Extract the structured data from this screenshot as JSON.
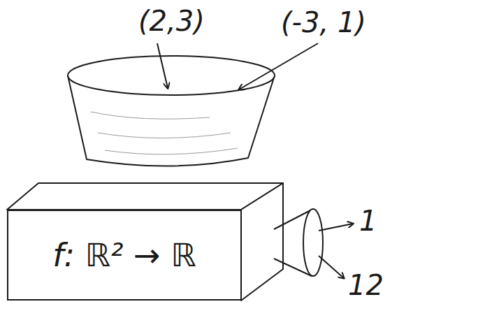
{
  "diagram": {
    "nodes": [
      {
        "text": [
          "f: ℝ² → ℝ"
        ]
      }
    ],
    "labels": [
      "(2,3)",
      "(-3, 1)",
      "1",
      "12"
    ]
  }
}
